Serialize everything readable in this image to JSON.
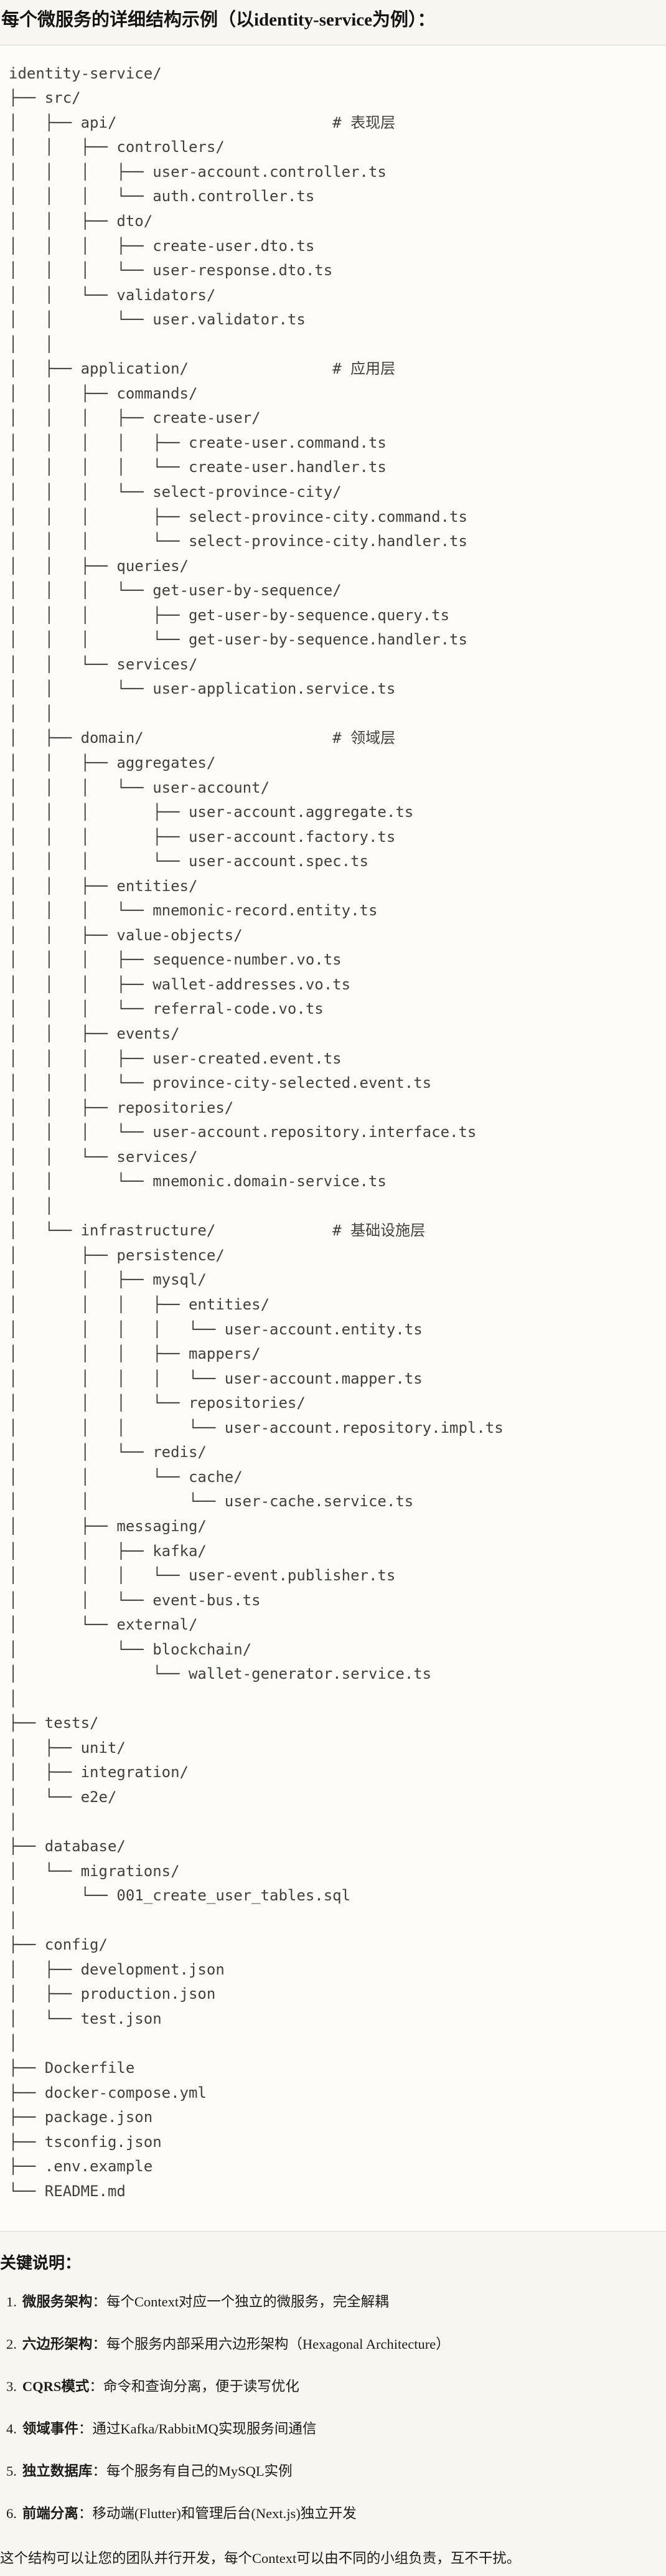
{
  "title": "每个微服务的详细结构示例（以identity-service为例）：",
  "code_block": {
    "tree_lines": [
      "identity-service/",
      "├── src/",
      "│   ├── api/                        # 表现层",
      "│   │   ├── controllers/",
      "│   │   │   ├── user-account.controller.ts",
      "│   │   │   └── auth.controller.ts",
      "│   │   ├── dto/",
      "│   │   │   ├── create-user.dto.ts",
      "│   │   │   └── user-response.dto.ts",
      "│   │   └── validators/",
      "│   │       └── user.validator.ts",
      "│   │",
      "│   ├── application/                # 应用层",
      "│   │   ├── commands/",
      "│   │   │   ├── create-user/",
      "│   │   │   │   ├── create-user.command.ts",
      "│   │   │   │   └── create-user.handler.ts",
      "│   │   │   └── select-province-city/",
      "│   │   │       ├── select-province-city.command.ts",
      "│   │   │       └── select-province-city.handler.ts",
      "│   │   ├── queries/",
      "│   │   │   └── get-user-by-sequence/",
      "│   │   │       ├── get-user-by-sequence.query.ts",
      "│   │   │       └── get-user-by-sequence.handler.ts",
      "│   │   └── services/",
      "│   │       └── user-application.service.ts",
      "│   │",
      "│   ├── domain/                     # 领域层",
      "│   │   ├── aggregates/",
      "│   │   │   └── user-account/",
      "│   │   │       ├── user-account.aggregate.ts",
      "│   │   │       ├── user-account.factory.ts",
      "│   │   │       └── user-account.spec.ts",
      "│   │   ├── entities/",
      "│   │   │   └── mnemonic-record.entity.ts",
      "│   │   ├── value-objects/",
      "│   │   │   ├── sequence-number.vo.ts",
      "│   │   │   ├── wallet-addresses.vo.ts",
      "│   │   │   └── referral-code.vo.ts",
      "│   │   ├── events/",
      "│   │   │   ├── user-created.event.ts",
      "│   │   │   └── province-city-selected.event.ts",
      "│   │   ├── repositories/",
      "│   │   │   └── user-account.repository.interface.ts",
      "│   │   └── services/",
      "│   │       └── mnemonic.domain-service.ts",
      "│   │",
      "│   └── infrastructure/             # 基础设施层",
      "│       ├── persistence/",
      "│       │   ├── mysql/",
      "│       │   │   ├── entities/",
      "│       │   │   │   └── user-account.entity.ts",
      "│       │   │   ├── mappers/",
      "│       │   │   │   └── user-account.mapper.ts",
      "│       │   │   └── repositories/",
      "│       │   │       └── user-account.repository.impl.ts",
      "│       │   └── redis/",
      "│       │       └── cache/",
      "│       │           └── user-cache.service.ts",
      "│       ├── messaging/",
      "│       │   ├── kafka/",
      "│       │   │   └── user-event.publisher.ts",
      "│       │   └── event-bus.ts",
      "│       └── external/",
      "│           └── blockchain/",
      "│               └── wallet-generator.service.ts",
      "│",
      "├── tests/",
      "│   ├── unit/",
      "│   ├── integration/",
      "│   └── e2e/",
      "│",
      "├── database/",
      "│   └── migrations/",
      "│       └── 001_create_user_tables.sql",
      "│",
      "├── config/",
      "│   ├── development.json",
      "│   ├── production.json",
      "│   └── test.json",
      "│",
      "├── Dockerfile",
      "├── docker-compose.yml",
      "├── package.json",
      "├── tsconfig.json",
      "├── .env.example",
      "└── README.md"
    ]
  },
  "notes": {
    "heading": "关键说明：",
    "items": [
      {
        "num": "1.",
        "label": "微服务架构",
        "desc": "：每个Context对应一个独立的微服务，完全解耦"
      },
      {
        "num": "2.",
        "label": "六边形架构",
        "desc": "：每个服务内部采用六边形架构（Hexagonal Architecture）"
      },
      {
        "num": "3.",
        "label": "CQRS模式",
        "desc": "：命令和查询分离，便于读写优化"
      },
      {
        "num": "4.",
        "label": "领域事件",
        "desc": "：通过Kafka/RabbitMQ实现服务间通信"
      },
      {
        "num": "5.",
        "label": "独立数据库",
        "desc": "：每个服务有自己的MySQL实例"
      },
      {
        "num": "6.",
        "label": "前端分离",
        "desc": "：移动端(Flutter)和管理后台(Next.js)独立开发"
      }
    ]
  },
  "closing": "这个结构可以让您的团队并行开发，每个Context可以由不同的小组负责，互不干扰。",
  "colors": {
    "page_bg": "#f8f6f1",
    "code_bg": "#fdfcf9",
    "code_border": "#ddd8d0",
    "text": "#1d1c1a",
    "code_text": "#40403c"
  }
}
